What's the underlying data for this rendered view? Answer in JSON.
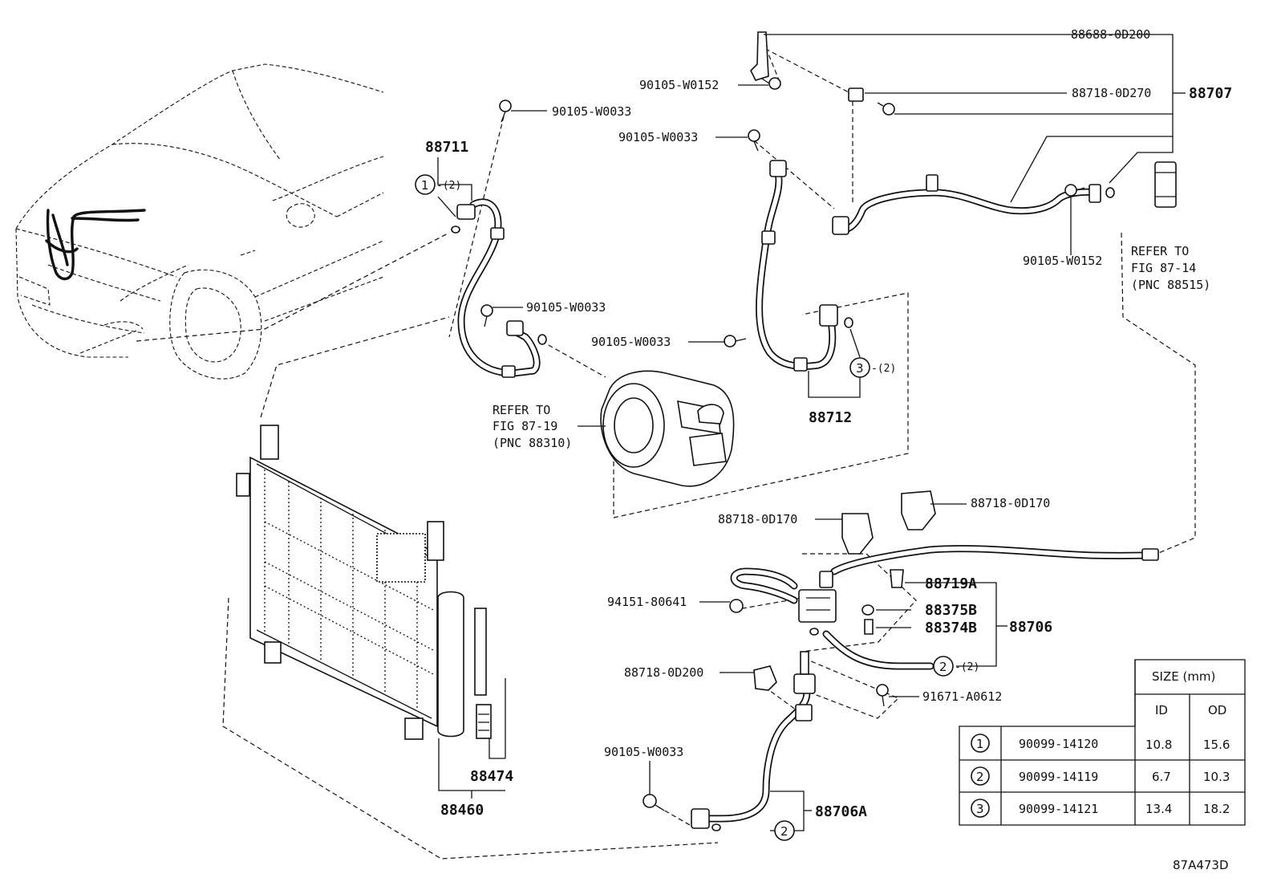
{
  "labels": {
    "p88688": "88688-0D200",
    "p88718_270": "88718-0D270",
    "p88707": "88707",
    "w0152_top": "90105-W0152",
    "w0033_a": "90105-W0033",
    "p88711": "88711",
    "w0033_b": "90105-W0033",
    "w0033_c": "90105-W0033",
    "w0033_d": "90105-W0033",
    "w0152_right": "90105-W0152",
    "p88712": "88712",
    "p88718_170_a": "88718-0D170",
    "p88718_170_b": "88718-0D170",
    "p88719a": "88719A",
    "p88375b": "88375B",
    "p88374b": "88374B",
    "p88706": "88706",
    "p94151": "94151-80641",
    "p88718_200": "88718-0D200",
    "p91671": "91671-A0612",
    "w0033_e": "90105-W0033",
    "p88706a": "88706A",
    "p88474": "88474",
    "p88460": "88460",
    "figure_code": "87A473D"
  },
  "refs": {
    "compressor": [
      "REFER TO",
      "FIG 87-19",
      "(PNC 88310)"
    ],
    "valve": [
      "REFER TO",
      "FIG 87-14",
      "(PNC 88515)"
    ]
  },
  "callouts": {
    "c1": "1",
    "c1_qty": "-(2)",
    "c2_a": "2",
    "c2_a_qty": "-(2)",
    "c2_b": "2",
    "c3": "3",
    "c3_qty": "-(2)"
  },
  "size_table": {
    "header": "SIZE (mm)",
    "columns": [
      "ID",
      "OD"
    ],
    "rows": [
      {
        "ref": "1",
        "part": "90099-14120",
        "id": "10.8",
        "od": "15.6"
      },
      {
        "ref": "2",
        "part": "90099-14119",
        "id": "6.7",
        "od": "10.3"
      },
      {
        "ref": "3",
        "part": "90099-14121",
        "id": "13.4",
        "od": "18.2"
      }
    ]
  }
}
